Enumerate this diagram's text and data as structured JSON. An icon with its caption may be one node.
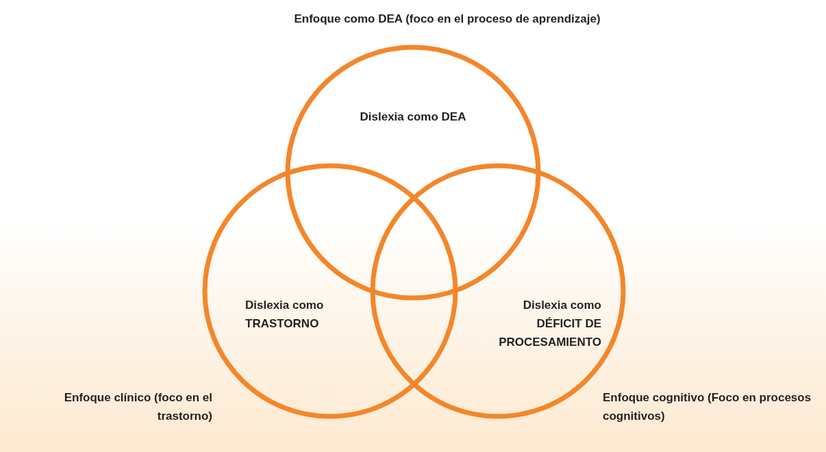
{
  "diagram": {
    "nodes": [
      {
        "text": [
          "Enfoque como DEA (foco en el proceso de aprendizaje)",
          "Dislexia como DEA"
        ]
      },
      {
        "text": [
          "Enfoque clínico (foco en el trastorno)",
          "Dislexia como TRASTORNO"
        ]
      },
      {
        "text": [
          "Enfoque cognitivo (Foco en procesos cognitivos)",
          "Dislexia como DÉFICIT DE PROCESAMIENTO"
        ]
      }
    ],
    "edges": []
  }
}
